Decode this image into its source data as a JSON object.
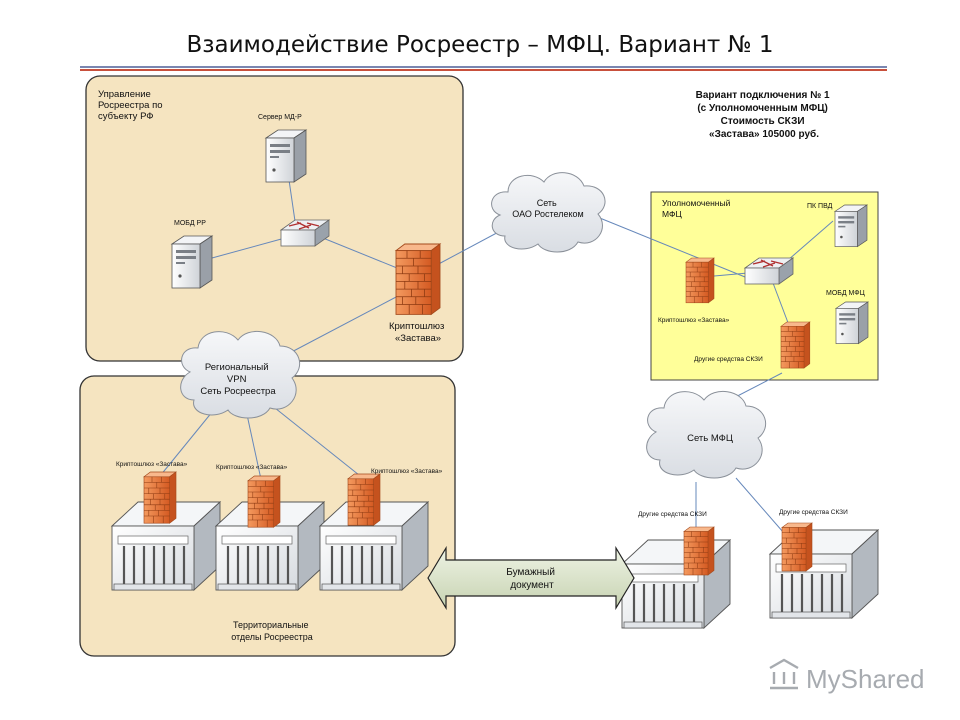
{
  "title": "Взаимодействие Росреестр – МФЦ. Вариант № 1",
  "colors": {
    "region_fill": "#f5e4c0",
    "mfc_fill": "#ffff99",
    "firewall": "#e8743a",
    "link_line": "#6688bb"
  },
  "option_box": {
    "lines": [
      "Вариант подключения № 1",
      "(с Уполномоченным МФЦ)",
      "Стоимость СКЗИ",
      "«Застава» 105000 руб."
    ]
  },
  "regional_office": {
    "label": [
      "Управление",
      "Росреестра по",
      "субъекту РФ"
    ],
    "server_label": "Сервер МД-Р",
    "mobd_label": "МОБД РР",
    "gateway_label": [
      "Криптошлюз",
      "«Застава»"
    ]
  },
  "clouds": {
    "rostelecom": [
      "Сеть",
      "ОАО Ростелеком"
    ],
    "regional_vpn": [
      "Региональный",
      "VPN",
      "Сеть Росреестра"
    ],
    "mfc_net": [
      "Сеть МФЦ"
    ]
  },
  "mfc": {
    "label": [
      "Уполномоченный",
      "МФЦ"
    ],
    "pk_pvd": "ПК ПВД",
    "mobd_mfc": "МОБД МФЦ",
    "gateway": "Криптошлюз «Застава»",
    "other_skzi": "Другие средства СКЗИ"
  },
  "territorial": {
    "label": [
      "Территориальные",
      "отделы Росреестра"
    ],
    "gateways": [
      "Криптошлюз «Застава»",
      "Криптошлюз «Застава»",
      "Криптошлюз «Застава»"
    ]
  },
  "mfc_offices": {
    "labels": [
      "Другие средства СКЗИ",
      "Другие средства СКЗИ"
    ]
  },
  "paper_arrow": [
    "Бумажный",
    "документ"
  ],
  "watermark": "MyShared"
}
